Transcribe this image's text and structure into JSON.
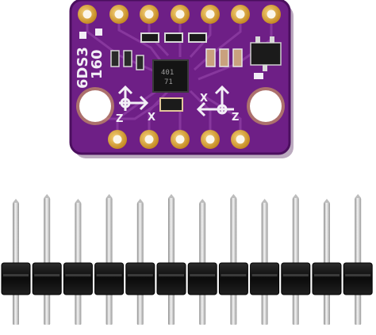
{
  "board": {
    "colors": {
      "pcb": "#6e1f86",
      "pcb_edge": "#4b0f5e",
      "pad_gold": "#e3b04a",
      "trace": "#8a3aa0",
      "silkscreen": "#f2eef6"
    },
    "silkscreen": {
      "model_line1": "160",
      "model_line2": "6DS3",
      "axis_left_x": "X",
      "axis_left_z": "Z",
      "axis_right_x": "X",
      "axis_right_z": "Z"
    },
    "chip_marking_line1": "401",
    "chip_marking_line2": "71"
  },
  "header": {
    "pin_count": 12,
    "colors": {
      "housing": "#111111",
      "pin": "#c9c9c9"
    }
  }
}
